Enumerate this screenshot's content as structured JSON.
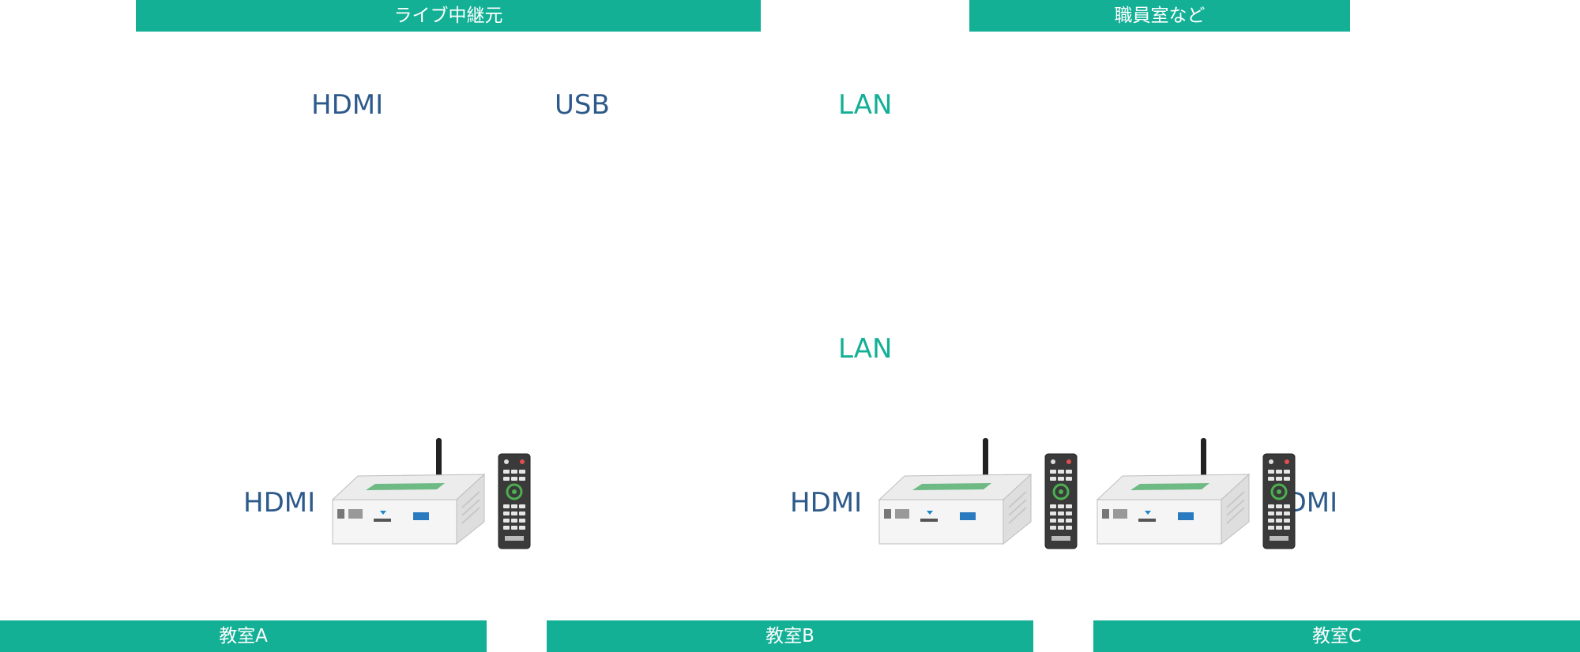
{
  "banners": {
    "live_source": "ライブ中継元",
    "staff_room": "職員室など",
    "classroom_a": "教室A",
    "classroom_b": "教室B",
    "classroom_c": "教室C"
  },
  "labels": {
    "hdmi_top": "HDMI",
    "usb_top": "USB",
    "lan_top": "LAN",
    "lan_middle": "LAN",
    "hdmi_a": "HDMI",
    "hdmi_b": "HDMI",
    "hdmi_c": "HDMI"
  },
  "colors": {
    "banner": "#13b096",
    "hdmi_label": "#2d5a8a",
    "lan_label": "#13b096"
  },
  "icons": {
    "receiver": "receiver-device-icon",
    "remote": "remote-control-icon"
  }
}
